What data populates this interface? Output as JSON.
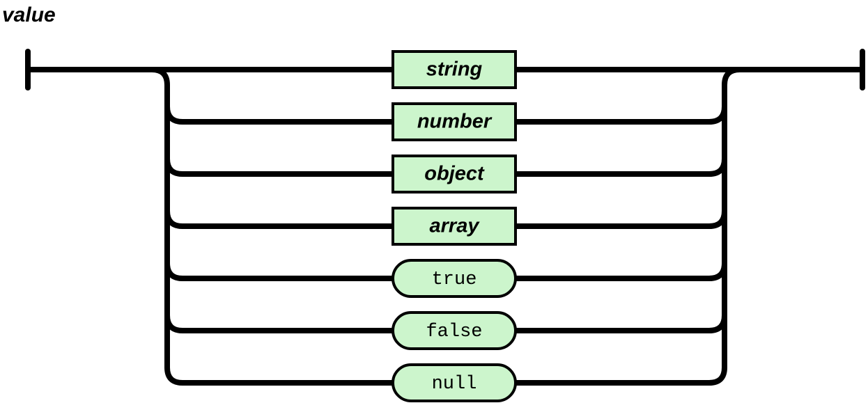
{
  "title": "value",
  "colors": {
    "node_fill": "#ccf5cc",
    "line": "#000000"
  },
  "nodes": [
    {
      "label": "string",
      "kind": "nonterminal"
    },
    {
      "label": "number",
      "kind": "nonterminal"
    },
    {
      "label": "object",
      "kind": "nonterminal"
    },
    {
      "label": "array",
      "kind": "nonterminal"
    },
    {
      "label": "true",
      "kind": "terminal"
    },
    {
      "label": "false",
      "kind": "terminal"
    },
    {
      "label": "null",
      "kind": "terminal"
    }
  ]
}
